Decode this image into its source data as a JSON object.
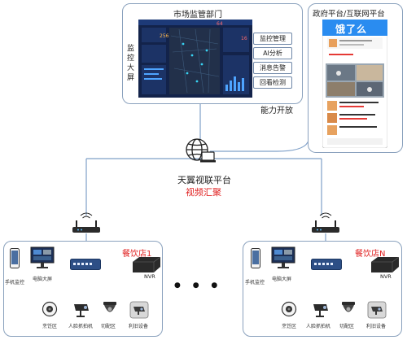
{
  "regulator": {
    "title": "市场监管部门",
    "side_label": "监控\n大屏",
    "menu": [
      "监控管理",
      "AI分析",
      "消息告警",
      "回看检测"
    ],
    "dashboard_badges": [
      "256",
      "64",
      "16"
    ]
  },
  "platforms": {
    "title": "政府平台/互联网平台",
    "app_logo": "饿了么"
  },
  "capability": {
    "label": "能力开放"
  },
  "center": {
    "title": "天翼视联平台",
    "subtitle": "视频汇聚"
  },
  "stores": [
    {
      "name": "餐饮店1",
      "devices": [
        "手机监控",
        "电脑大屏",
        "NVR"
      ],
      "cameras": [
        "烹饪区",
        "人脸抓拍机",
        "切配区",
        "利旧设备"
      ]
    },
    {
      "name": "餐饮店N",
      "devices": [
        "手机监控",
        "电脑大屏",
        "NVR"
      ],
      "cameras": [
        "烹饪区",
        "人脸抓拍机",
        "切配区",
        "利旧设备"
      ]
    }
  ],
  "ellipsis": "●  ●  ●",
  "colors": {
    "panel_border": "#8aa1bd",
    "line": "#7fa0c8",
    "accent_red": "#e02020",
    "screen_dark": "#13234a"
  }
}
